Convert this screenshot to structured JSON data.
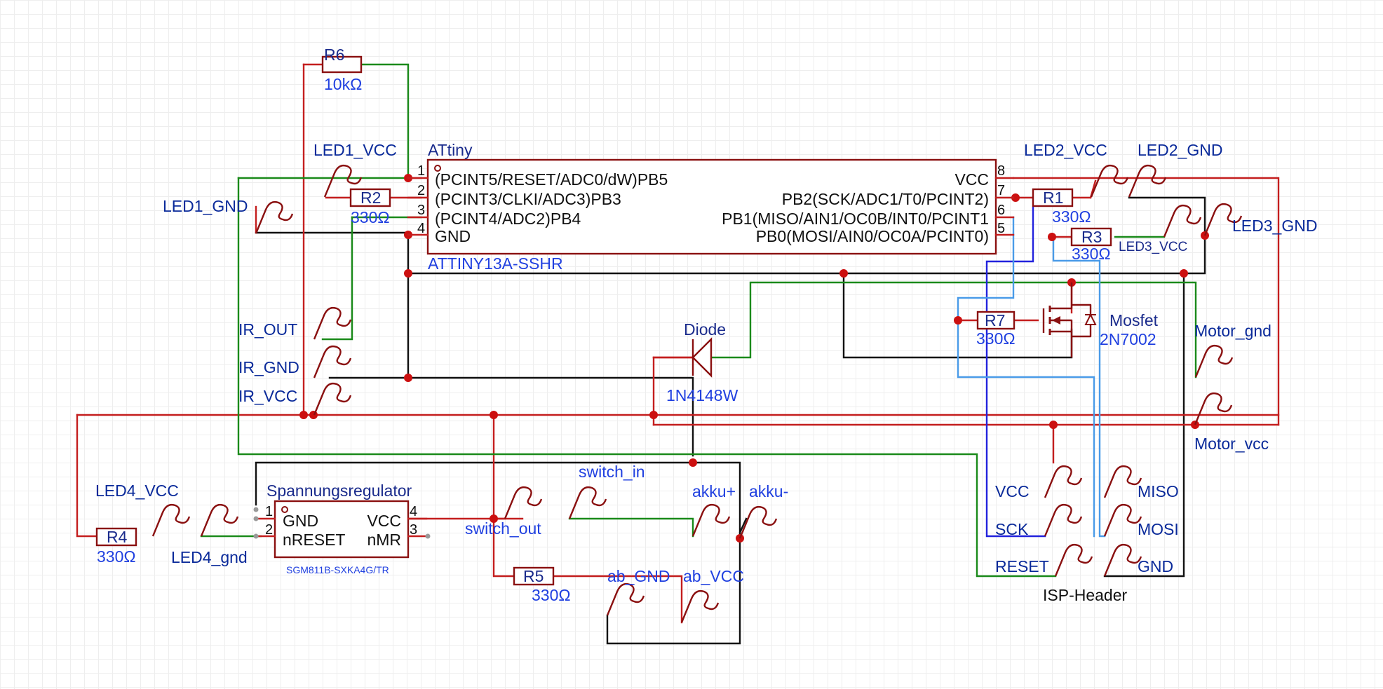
{
  "components": {
    "r6": {
      "ref": "R6",
      "value": "10kΩ"
    },
    "r2": {
      "ref": "R2",
      "value": "330Ω"
    },
    "r1": {
      "ref": "R1",
      "value": "330Ω"
    },
    "r3": {
      "ref": "R3",
      "value": "330Ω"
    },
    "r7": {
      "ref": "R7",
      "value": "330Ω"
    },
    "r4": {
      "ref": "R4",
      "value": "330Ω"
    },
    "r5": {
      "ref": "R5",
      "value": "330Ω"
    },
    "mcu": {
      "name": "ATtiny",
      "part": "ATTINY13A-SSHR",
      "pins_left": [
        {
          "num": "1",
          "label": "(PCINT5/RESET/ADC0/dW)PB5"
        },
        {
          "num": "2",
          "label": "(PCINT3/CLKI/ADC3)PB3"
        },
        {
          "num": "3",
          "label": "(PCINT4/ADC2)PB4"
        },
        {
          "num": "4",
          "label": "GND"
        }
      ],
      "pins_right": [
        {
          "num": "8",
          "label": "VCC"
        },
        {
          "num": "7",
          "label": "PB2(SCK/ADC1/T0/PCINT2)"
        },
        {
          "num": "6",
          "label": "PB1(MISO/AIN1/OC0B/INT0/PCINT1"
        },
        {
          "num": "5",
          "label": "PB0(MOSI/AIN0/OC0A/PCINT0)"
        }
      ]
    },
    "diode": {
      "name": "Diode",
      "part": "1N4148W"
    },
    "mosfet": {
      "name": "Mosfet",
      "part": "2N7002"
    },
    "regulator": {
      "name": "Spannungsregulator",
      "part": "SGM811B-SXKA4G/TR",
      "pins": [
        {
          "num": "1",
          "label": "GND"
        },
        {
          "num": "2",
          "label": "nRESET"
        },
        {
          "num": "4",
          "label": "VCC"
        },
        {
          "num": "3",
          "label": "nMR"
        }
      ]
    },
    "isp": {
      "name": "ISP-Header"
    }
  },
  "net_labels": {
    "led1_vcc": "LED1_VCC",
    "led1_gnd": "LED1_GND",
    "led2_vcc": "LED2_VCC",
    "led2_gnd": "LED2_GND",
    "led3_vcc": "LED3_VCC",
    "led3_gnd": "LED3_GND",
    "led4_vcc": "LED4_VCC",
    "led4_gnd": "LED4_gnd",
    "ir_out": "IR_OUT",
    "ir_gnd": "IR_GND",
    "ir_vcc": "IR_VCC",
    "motor_gnd": "Motor_gnd",
    "motor_vcc": "Motor_vcc",
    "switch_in": "switch_in",
    "switch_out": "switch_out",
    "akku_plus": "akku+",
    "akku_minus": "akku-",
    "ab_gnd": "ab_GND",
    "ab_vcc": "ab_VCC",
    "isp_vcc": "VCC",
    "isp_sck": "SCK",
    "isp_reset": "RESET",
    "isp_miso": "MISO",
    "isp_mosi": "MOSI",
    "isp_gnd": "GND"
  }
}
